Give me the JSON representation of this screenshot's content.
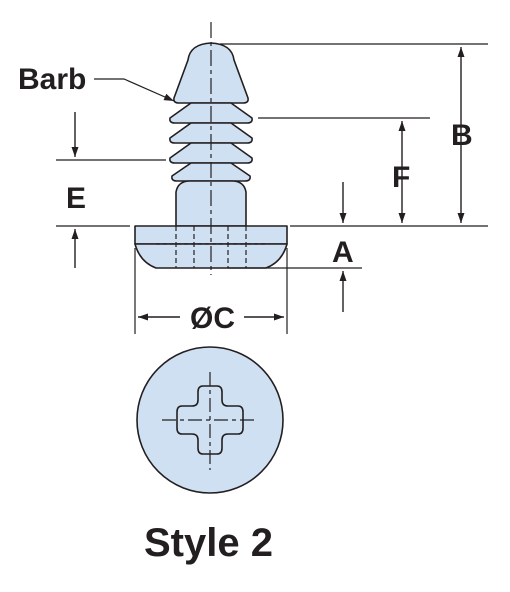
{
  "labels": {
    "barb": "Barb",
    "a": "A",
    "b": "B",
    "c": "ØC",
    "e": "E",
    "f": "F"
  },
  "title": "Style 2",
  "colors": {
    "fill": "#cfe0f2",
    "outline": "#231f20",
    "background": "#ffffff"
  }
}
